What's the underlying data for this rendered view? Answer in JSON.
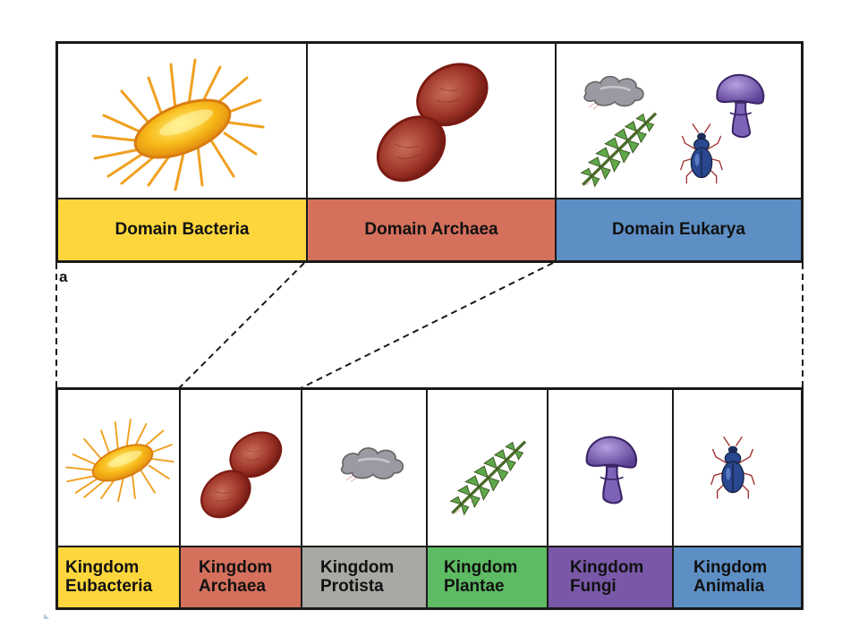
{
  "domains": [
    {
      "label": "Domain Bacteria",
      "color": "#fcd63c"
    },
    {
      "label": "Domain Archaea",
      "color": "#d4705c"
    },
    {
      "label": "Domain Eukarya",
      "color": "#5d8fc4"
    }
  ],
  "marker": "a",
  "kingdoms": [
    {
      "line1": "Kingdom",
      "line2": "Eubacteria",
      "color": "#fcd63c"
    },
    {
      "line1": "Kingdom",
      "line2": "Archaea",
      "color": "#d4705c"
    },
    {
      "line1": "Kingdom",
      "line2": "Protista",
      "color": "#a8a8a4"
    },
    {
      "line1": "Kingdom",
      "line2": "Plantae",
      "color": "#5dbb63"
    },
    {
      "line1": "Kingdom",
      "line2": "Fungi",
      "color": "#7a58a8"
    },
    {
      "line1": "Kingdom",
      "line2": "Animalia",
      "color": "#5d8fc4"
    }
  ],
  "icons": {
    "bacterium": "bacterium-icon",
    "archaea": "archaea-icon",
    "protist": "protist-cloud-icon",
    "plant": "fern-leaf-icon",
    "fungus": "mushroom-icon",
    "animal": "beetle-icon"
  }
}
